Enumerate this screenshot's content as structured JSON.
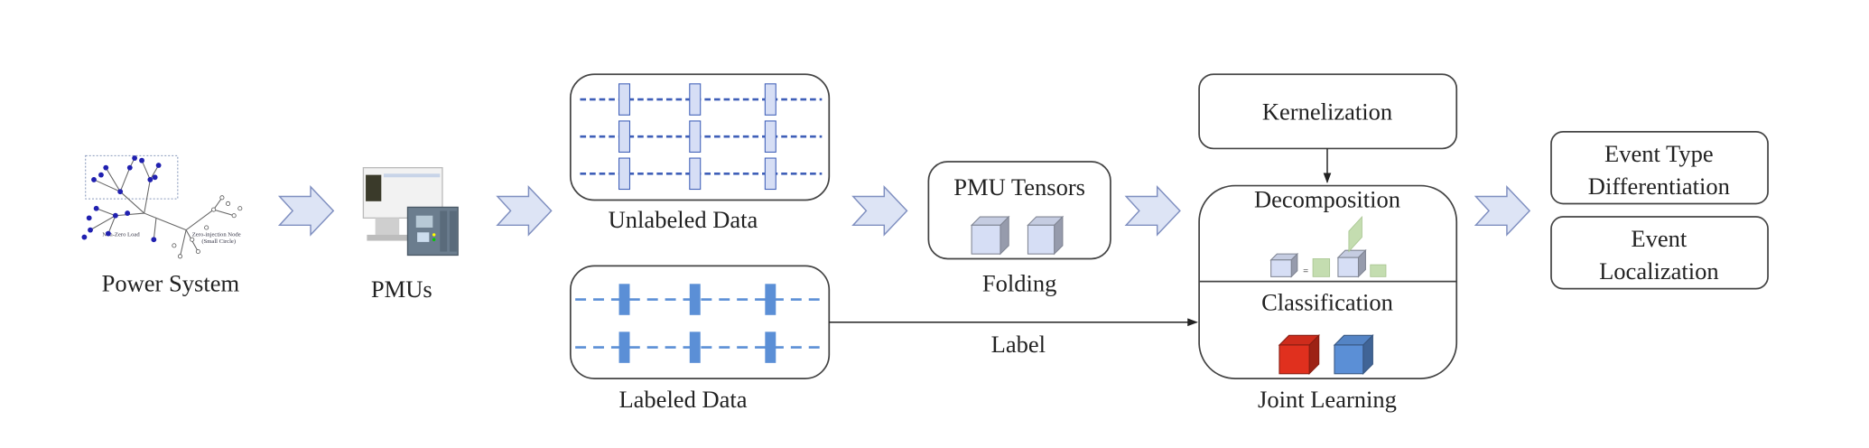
{
  "power_system": {
    "label": "Power System",
    "annotation_load": "Non-Zero Load",
    "annotation_node": "Zero-injection Node",
    "annotation_node_sub": "(Small Circle)"
  },
  "pmus": {
    "label": "PMUs"
  },
  "unlabeled_data": {
    "label": "Unlabeled Data"
  },
  "labeled_data": {
    "label": "Labeled Data"
  },
  "tensors": {
    "title": "PMU Tensors",
    "label": "Folding"
  },
  "kernelization": {
    "label": "Kernelization"
  },
  "joint": {
    "decomposition": "Decomposition",
    "classification": "Classification",
    "label": "Joint Learning",
    "equals": "="
  },
  "label_edge": {
    "text": "Label"
  },
  "outputs": {
    "event_type_line1": "Event Type",
    "event_type_line2": "Differentiation",
    "event_loc_line1": "Event",
    "event_loc_line2": "Localization"
  },
  "colors": {
    "arrow_fill": "#dde4f5",
    "arrow_stroke": "#7f8fc0",
    "unlabeled_dash": "#3f5fb8",
    "labeled_dash": "#5b8fd6",
    "cube_face": "#d6def5",
    "green_factor": "#c4ddb0",
    "red_cube": "#e0301e",
    "blue_cube": "#5b8fd6"
  }
}
